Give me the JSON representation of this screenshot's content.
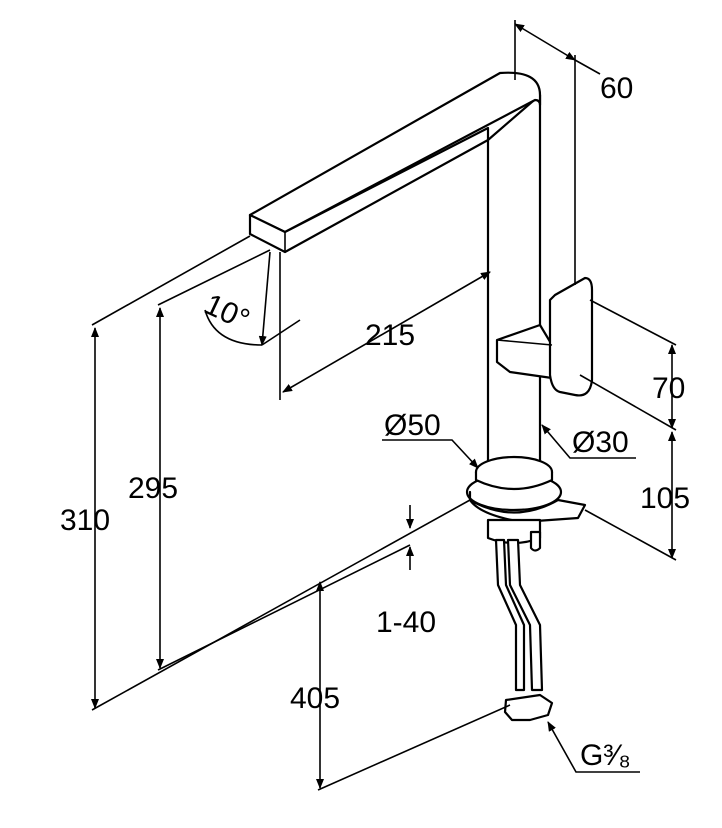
{
  "title": "Kitchen faucet dimension drawing",
  "dimensions": {
    "width_60": "60",
    "spout_reach_215": "215",
    "spout_angle": "10°",
    "height_310": "310",
    "height_295": "295",
    "handle_70": "70",
    "handle_105": "105",
    "base_diameter": "Ø50",
    "pipe_diameter": "Ø30",
    "counter_thickness": "1-40",
    "hose_length_405": "405",
    "connection_thread": "G³⁄₈"
  }
}
